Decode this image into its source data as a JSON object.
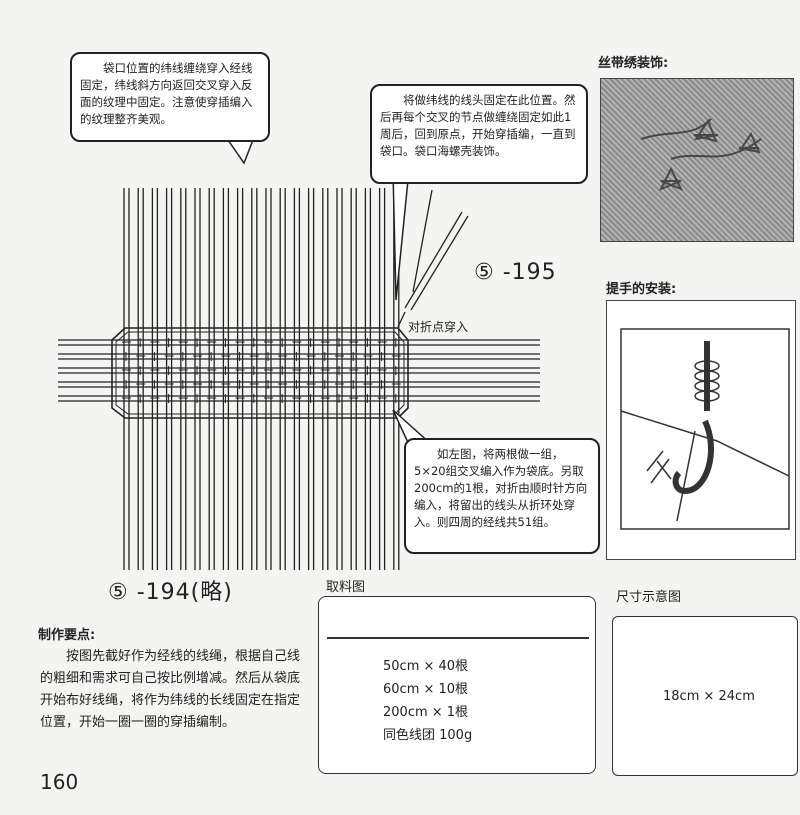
{
  "callouts": {
    "top_left": "袋口位置的纬线缠绕穿入经线固定，纬线斜方向返回交叉穿入反面的纹理中固定。注意使穿插编入的纹理整齐美观。",
    "top_right": "将做纬线的线头固定在此位置。然后再每个交叉的节点做缠绕固定如此1周后，回到原点，开始穿插编，一直到袋口。袋口海螺壳装饰。",
    "bottom_right": "如左图，将两根做一组，5×20组交叉编入作为袋底。另取200cm的1根，对折由顺时针方向编入，将留出的线头从折环处穿入。则四周的经线共51组。"
  },
  "diagram": {
    "label_fold": "对折点穿入",
    "fig_195": "⑤ -195",
    "fig_194": "⑤ -194(略)"
  },
  "right_panel": {
    "embroidery_title": "丝带绣装饰:",
    "handle_title": "提手的安装:",
    "size_title": "尺寸示意图",
    "size_text": "18cm × 24cm"
  },
  "materials": {
    "title": "取料图",
    "items": [
      "50cm × 40根",
      "60cm × 10根",
      "200cm × 1根",
      "同色线团 100g"
    ]
  },
  "instructions": {
    "title": "制作要点:",
    "body": "按图先截好作为经线的线绳，根据自己线的粗细和需求可自己按比例增减。然后从袋底开始布好线绳，将作为纬线的长线固定在指定位置，开始一圈一圈的穿插编制。"
  },
  "page_number": "160"
}
